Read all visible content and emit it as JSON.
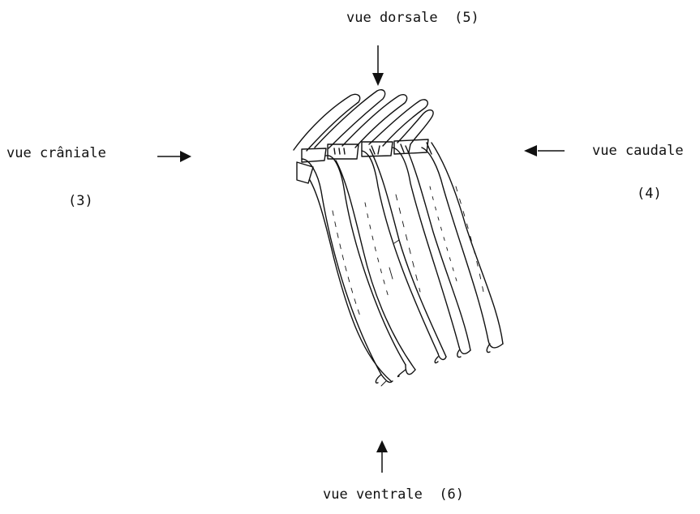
{
  "labels": {
    "dorsal": {
      "text": "vue dorsale",
      "num": "(5)"
    },
    "cranial": {
      "text": "vue crâniale",
      "num": "(3)"
    },
    "caudal": {
      "text": "vue caudale",
      "num": "(4)"
    },
    "ventral": {
      "text": "vue ventrale",
      "num": "(6)"
    }
  },
  "colors": {
    "ink": "#111111",
    "paper": "#ffffff"
  }
}
